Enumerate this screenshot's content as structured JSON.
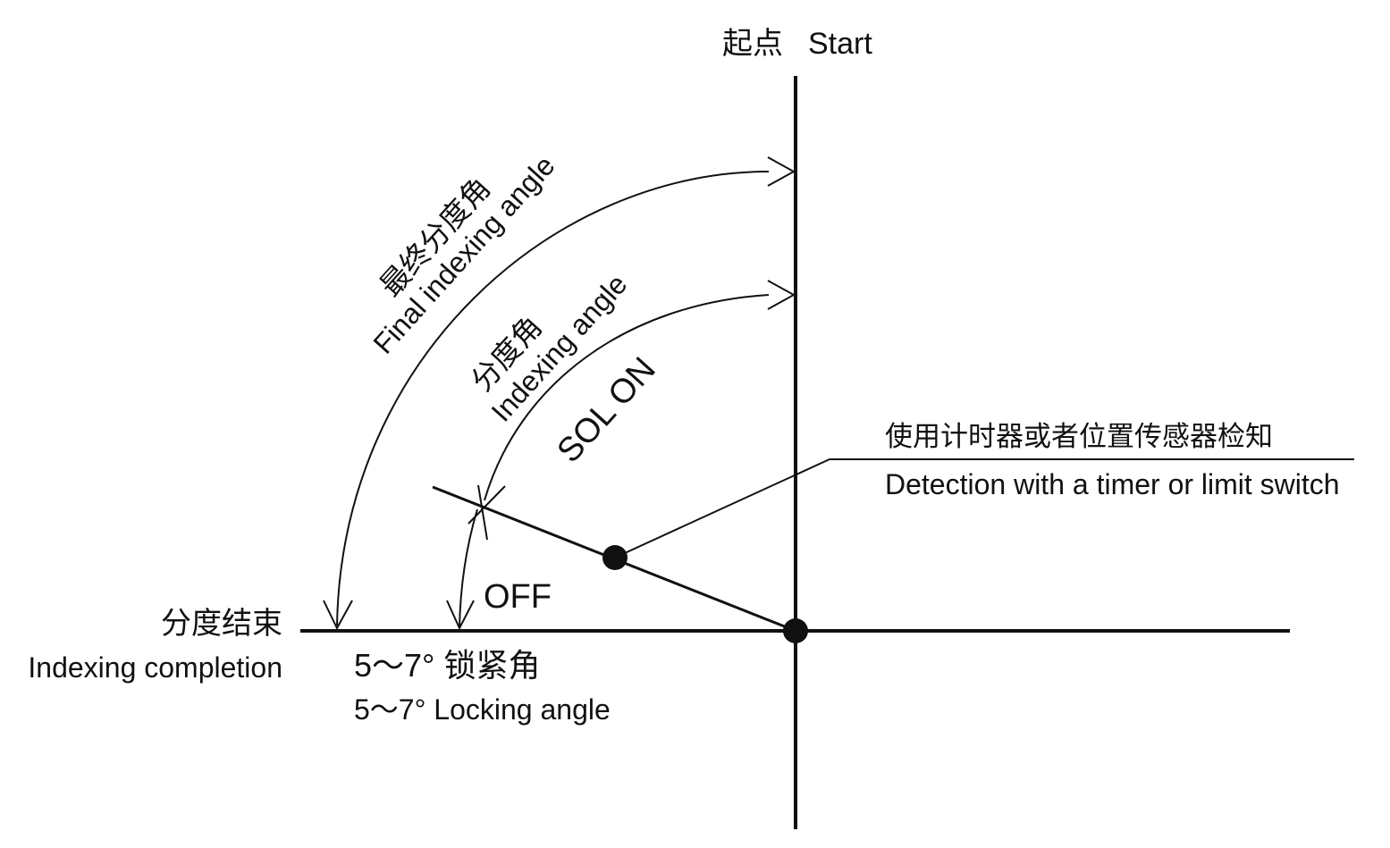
{
  "labels": {
    "start_cn": "起点",
    "start_en": "Start",
    "final_cn": "最终分度角",
    "final_en": "Final indexing angle",
    "indexing_cn": "分度角",
    "indexing_en": "Indexing angle",
    "sol_on": "SOL ON",
    "off": "OFF",
    "detection_cn": "使用计时器或者位置传感器检知",
    "detection_en": "Detection with a timer or limit switch",
    "completion_cn": "分度结束",
    "completion_en": "Indexing completion",
    "locking_cn": "5～7° 锁紧角",
    "locking_en": "5～7° Locking angle"
  },
  "colors": {
    "ink": "#111111",
    "background": "#ffffff"
  }
}
